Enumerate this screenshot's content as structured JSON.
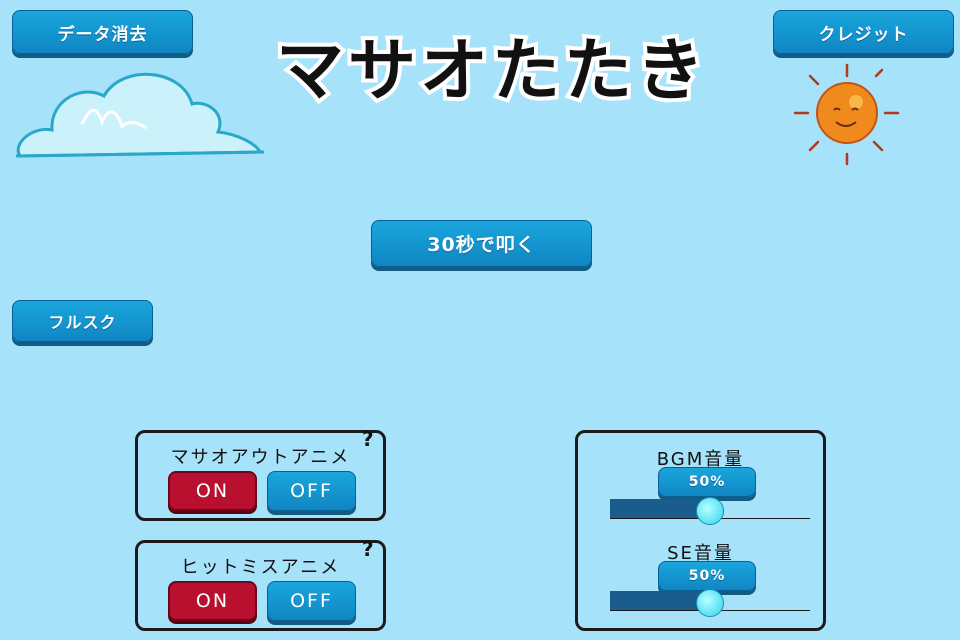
{
  "game": {
    "title": "マサオたたき"
  },
  "top_bar": {
    "delete_data": "データ消去",
    "credits": "クレジット"
  },
  "main": {
    "start": "30秒で叩く",
    "fullscreen": "フルスク"
  },
  "anim_settings": [
    {
      "label": "マサオアウトアニメ",
      "on": "ON",
      "off": "OFF",
      "help": "?",
      "selected": "ON"
    },
    {
      "label": "ヒットミスアニメ",
      "on": "ON",
      "off": "OFF",
      "help": "?",
      "selected": "ON"
    }
  ],
  "volume": {
    "bgm": {
      "label": "BGM音量",
      "value_text": "50%",
      "value": 50
    },
    "se": {
      "label": "SE音量",
      "value_text": "50%",
      "value": 50
    }
  },
  "colors": {
    "background": "#a6e3fa",
    "button": "#1299d2",
    "on_active": "#b8102e",
    "sun": "#f08a1c"
  }
}
